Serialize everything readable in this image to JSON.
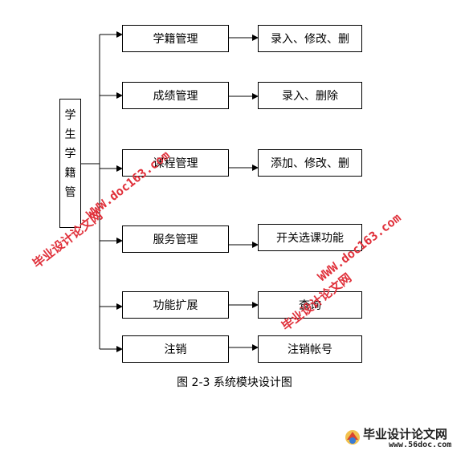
{
  "root": {
    "chars": [
      "学",
      "生",
      "学",
      "籍",
      "管"
    ]
  },
  "modules": [
    {
      "label": "学籍管理",
      "function": "录入、修改、删"
    },
    {
      "label": "成绩管理",
      "function": "录入、删除"
    },
    {
      "label": "课程管理",
      "function": "添加、修改、删"
    },
    {
      "label": "服务管理",
      "function": "开关选课功能"
    },
    {
      "label": "功能扩展",
      "function": "查询"
    },
    {
      "label": "注销",
      "function": "注销帐号"
    }
  ],
  "caption": "图 2-3 系统模块设计图",
  "watermarks": {
    "site_cn": "毕业设计论文网",
    "site_url": "WWW.doc163.com"
  },
  "logo": {
    "title": "毕业设计论文网",
    "url": "www.56doc.com"
  },
  "colors": {
    "line": "#000000",
    "watermark": "#e0303a"
  }
}
